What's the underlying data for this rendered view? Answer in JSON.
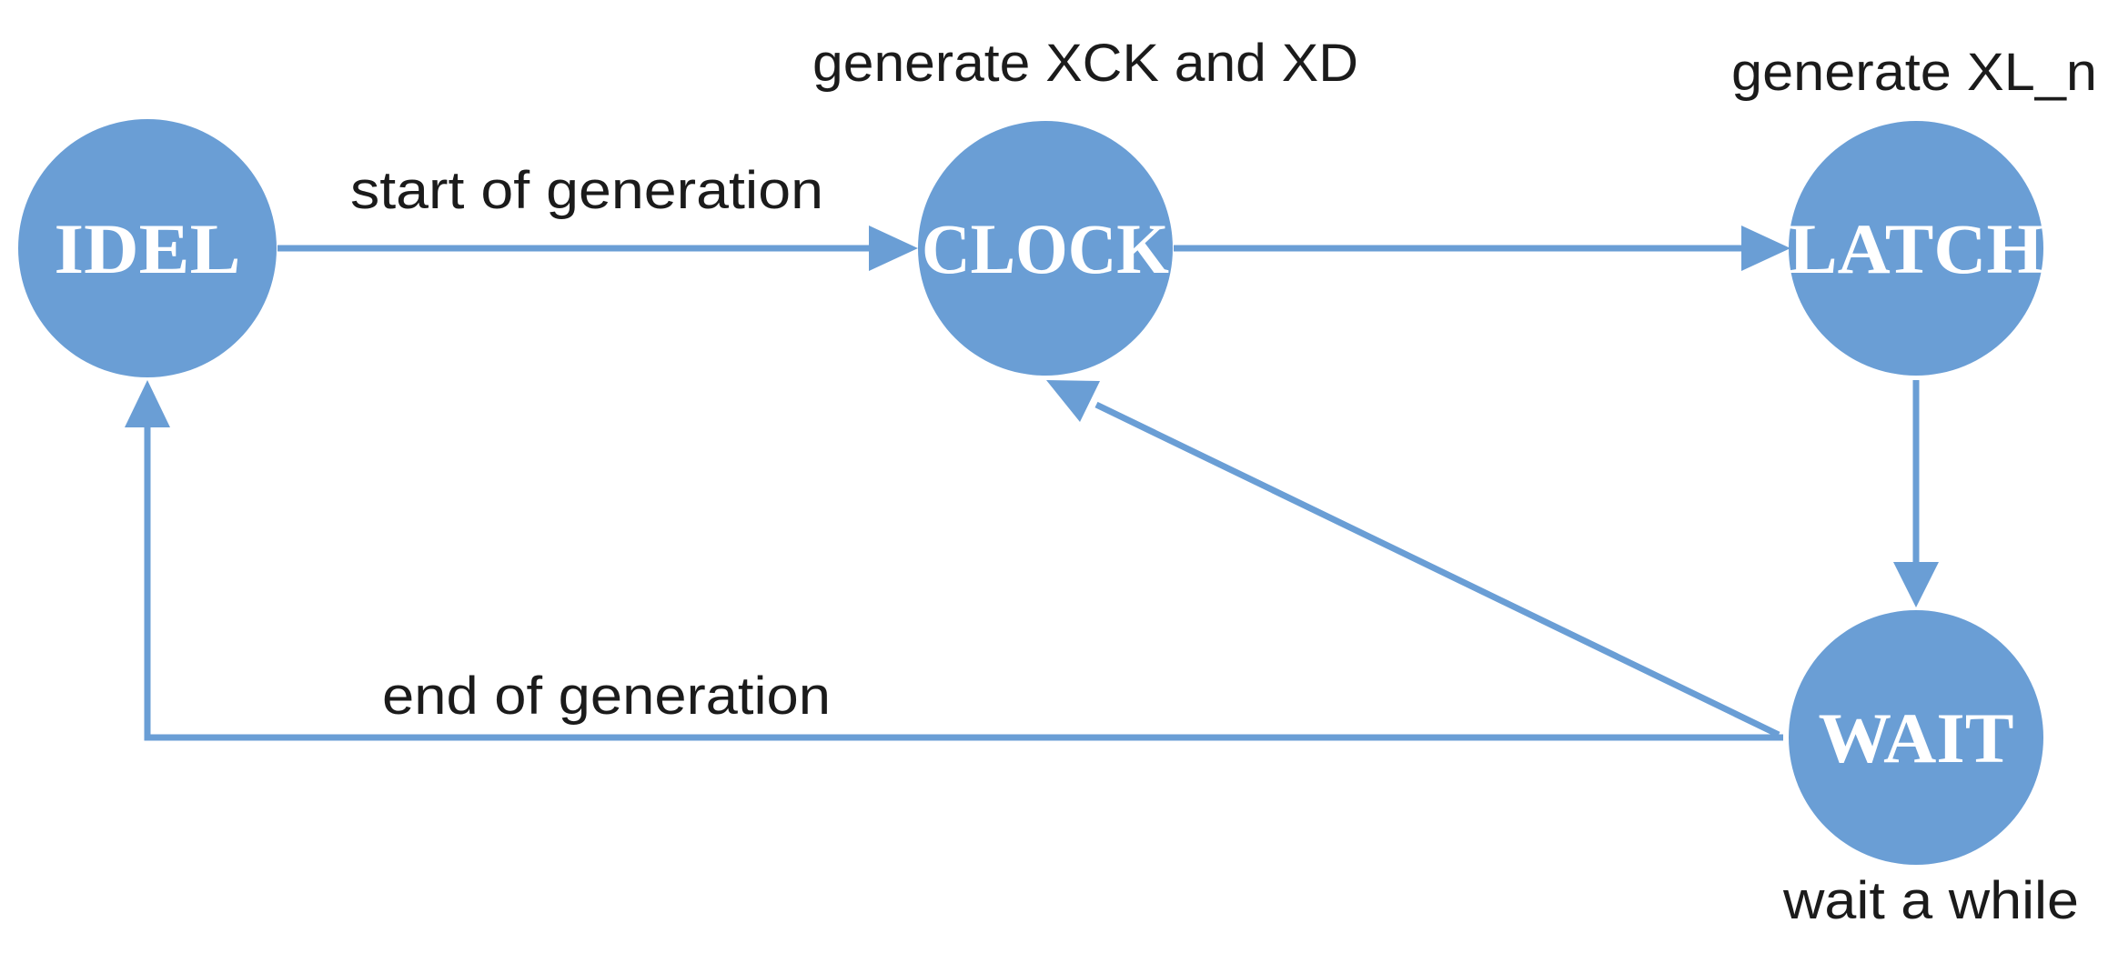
{
  "colors": {
    "state_fill": "#6a9ed5",
    "edge": "#6a9ed5",
    "state_text": "#ffffff",
    "note_text": "#1b1b1b",
    "background": "#ffffff"
  },
  "states": {
    "idel": "IDEL",
    "clock": "CLOCK",
    "latch": "LATCH",
    "wait": "WAIT"
  },
  "annotations": {
    "clock_note": "generate XCK and XD",
    "latch_note": "generate XL_n",
    "wait_note": "wait a while"
  },
  "transitions": {
    "idel_to_clock": "start of generation",
    "wait_to_idel": "end of generation"
  }
}
